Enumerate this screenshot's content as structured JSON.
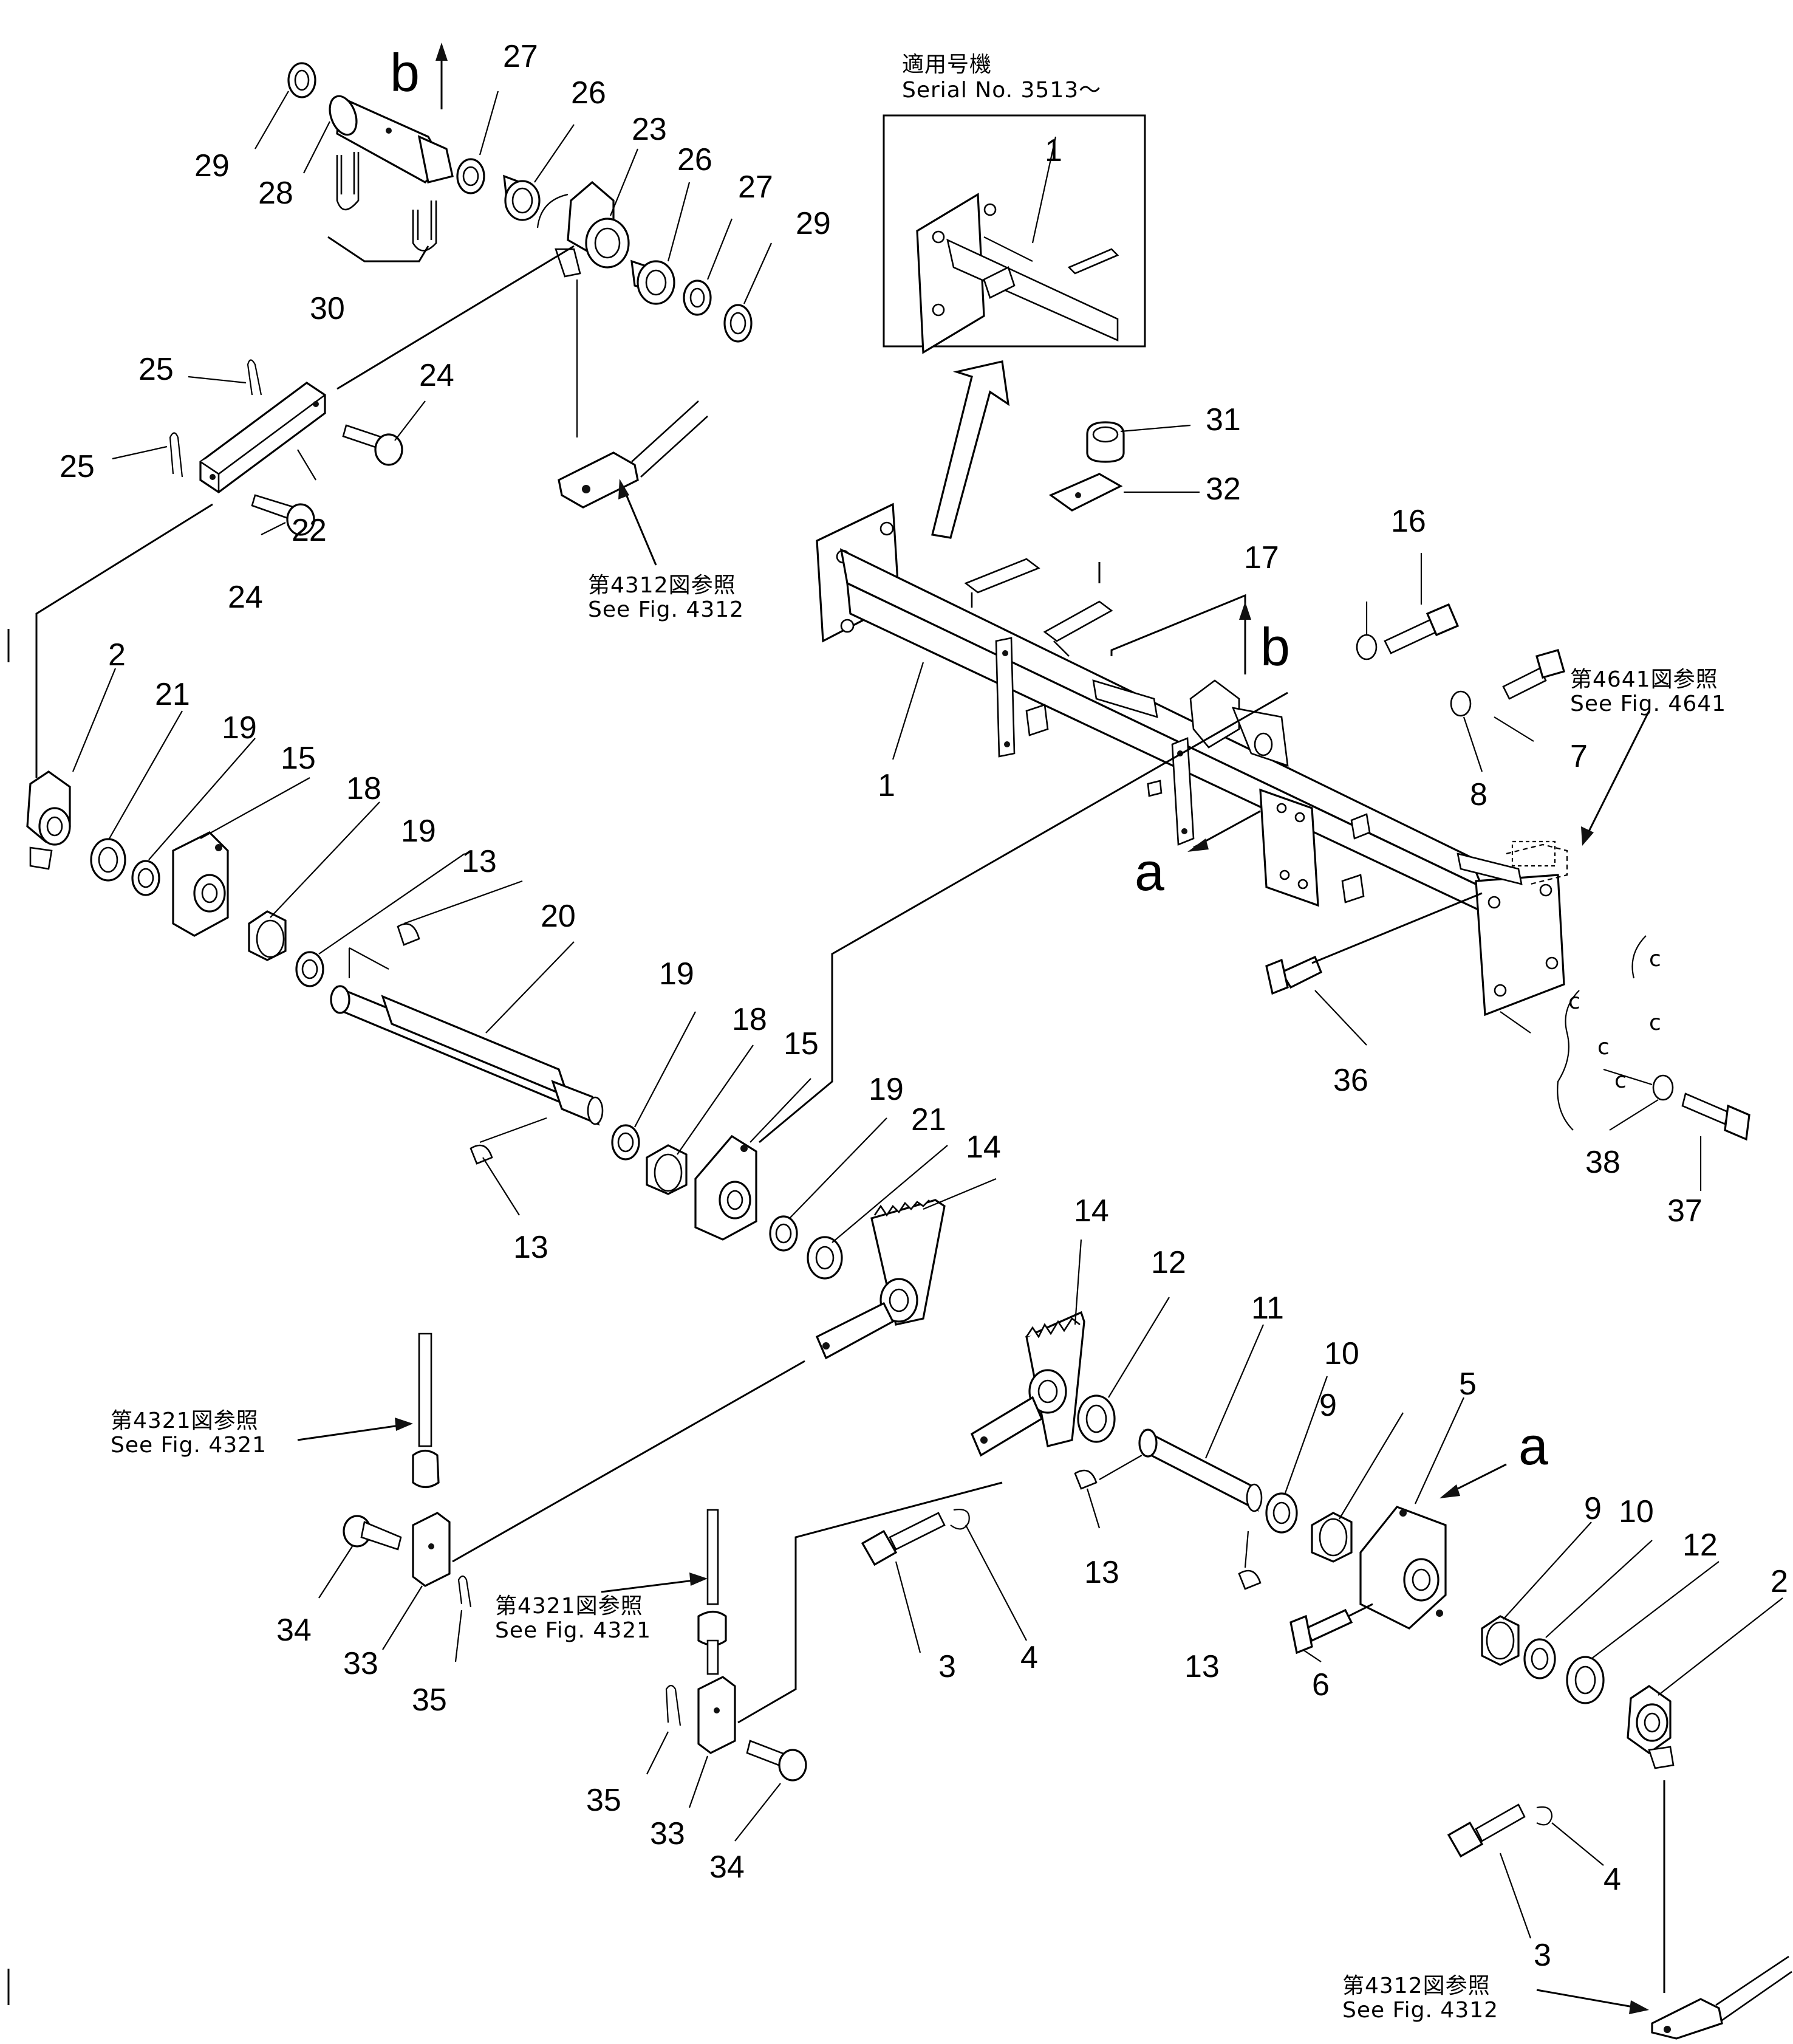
{
  "callouts": [
    {
      "id": "c1a",
      "text": "1"
    },
    {
      "id": "c1b",
      "text": "1"
    },
    {
      "id": "c2a",
      "text": "2"
    },
    {
      "id": "c2b",
      "text": "2"
    },
    {
      "id": "c3a",
      "text": "3"
    },
    {
      "id": "c3b",
      "text": "3"
    },
    {
      "id": "c4a",
      "text": "4"
    },
    {
      "id": "c4b",
      "text": "4"
    },
    {
      "id": "c5",
      "text": "5"
    },
    {
      "id": "c6",
      "text": "6"
    },
    {
      "id": "c7",
      "text": "7"
    },
    {
      "id": "c8",
      "text": "8"
    },
    {
      "id": "c9a",
      "text": "9"
    },
    {
      "id": "c9b",
      "text": "9"
    },
    {
      "id": "c10a",
      "text": "10"
    },
    {
      "id": "c10b",
      "text": "10"
    },
    {
      "id": "c11",
      "text": "11"
    },
    {
      "id": "c12a",
      "text": "12"
    },
    {
      "id": "c12b",
      "text": "12"
    },
    {
      "id": "c13a",
      "text": "13"
    },
    {
      "id": "c13b",
      "text": "13"
    },
    {
      "id": "c13c",
      "text": "13"
    },
    {
      "id": "c13d",
      "text": "13"
    },
    {
      "id": "c14a",
      "text": "14"
    },
    {
      "id": "c14b",
      "text": "14"
    },
    {
      "id": "c15a",
      "text": "15"
    },
    {
      "id": "c15b",
      "text": "15"
    },
    {
      "id": "c16",
      "text": "16"
    },
    {
      "id": "c17",
      "text": "17"
    },
    {
      "id": "c18a",
      "text": "18"
    },
    {
      "id": "c18b",
      "text": "18"
    },
    {
      "id": "c19a",
      "text": "19"
    },
    {
      "id": "c19b",
      "text": "19"
    },
    {
      "id": "c19c",
      "text": "19"
    },
    {
      "id": "c19d",
      "text": "19"
    },
    {
      "id": "c20",
      "text": "20"
    },
    {
      "id": "c21a",
      "text": "21"
    },
    {
      "id": "c21b",
      "text": "21"
    },
    {
      "id": "c22",
      "text": "22"
    },
    {
      "id": "c23",
      "text": "23"
    },
    {
      "id": "c24a",
      "text": "24"
    },
    {
      "id": "c24b",
      "text": "24"
    },
    {
      "id": "c25a",
      "text": "25"
    },
    {
      "id": "c25b",
      "text": "25"
    },
    {
      "id": "c26a",
      "text": "26"
    },
    {
      "id": "c26b",
      "text": "26"
    },
    {
      "id": "c27a",
      "text": "27"
    },
    {
      "id": "c27b",
      "text": "27"
    },
    {
      "id": "c28",
      "text": "28"
    },
    {
      "id": "c29a",
      "text": "29"
    },
    {
      "id": "c29b",
      "text": "29"
    },
    {
      "id": "c30",
      "text": "30"
    },
    {
      "id": "c31",
      "text": "31"
    },
    {
      "id": "c32",
      "text": "32"
    },
    {
      "id": "c33a",
      "text": "33"
    },
    {
      "id": "c33b",
      "text": "33"
    },
    {
      "id": "c34a",
      "text": "34"
    },
    {
      "id": "c34b",
      "text": "34"
    },
    {
      "id": "c35a",
      "text": "35"
    },
    {
      "id": "c35b",
      "text": "35"
    },
    {
      "id": "c36",
      "text": "36"
    },
    {
      "id": "c37",
      "text": "37"
    },
    {
      "id": "c38",
      "text": "38"
    }
  ],
  "view_letters": {
    "b_top": "b",
    "b_frame": "b",
    "a_frame": "a",
    "a_bracket": "a"
  },
  "references": {
    "serial_jp": "適用号機",
    "serial_en": "Serial No. 3513～",
    "fig4312_top_jp": "第4312図参照",
    "fig4312_top_en": "See  Fig. 4312",
    "fig4641_jp": "第4641図参照",
    "fig4641_en": "See  Fig. 4641",
    "fig4321_left_jp": "第4321図参照",
    "fig4321_left_en": "See  Fig. 4321",
    "fig4321_mid_jp": "第4321図参照",
    "fig4321_mid_en": "See  Fig. 4321",
    "fig4312_bottom_jp": "第4312図参照",
    "fig4312_bottom_en": "See  Fig. 4312"
  },
  "inset_callout": "1",
  "harness_marks": [
    "c",
    "c",
    "c",
    "c",
    "c"
  ]
}
